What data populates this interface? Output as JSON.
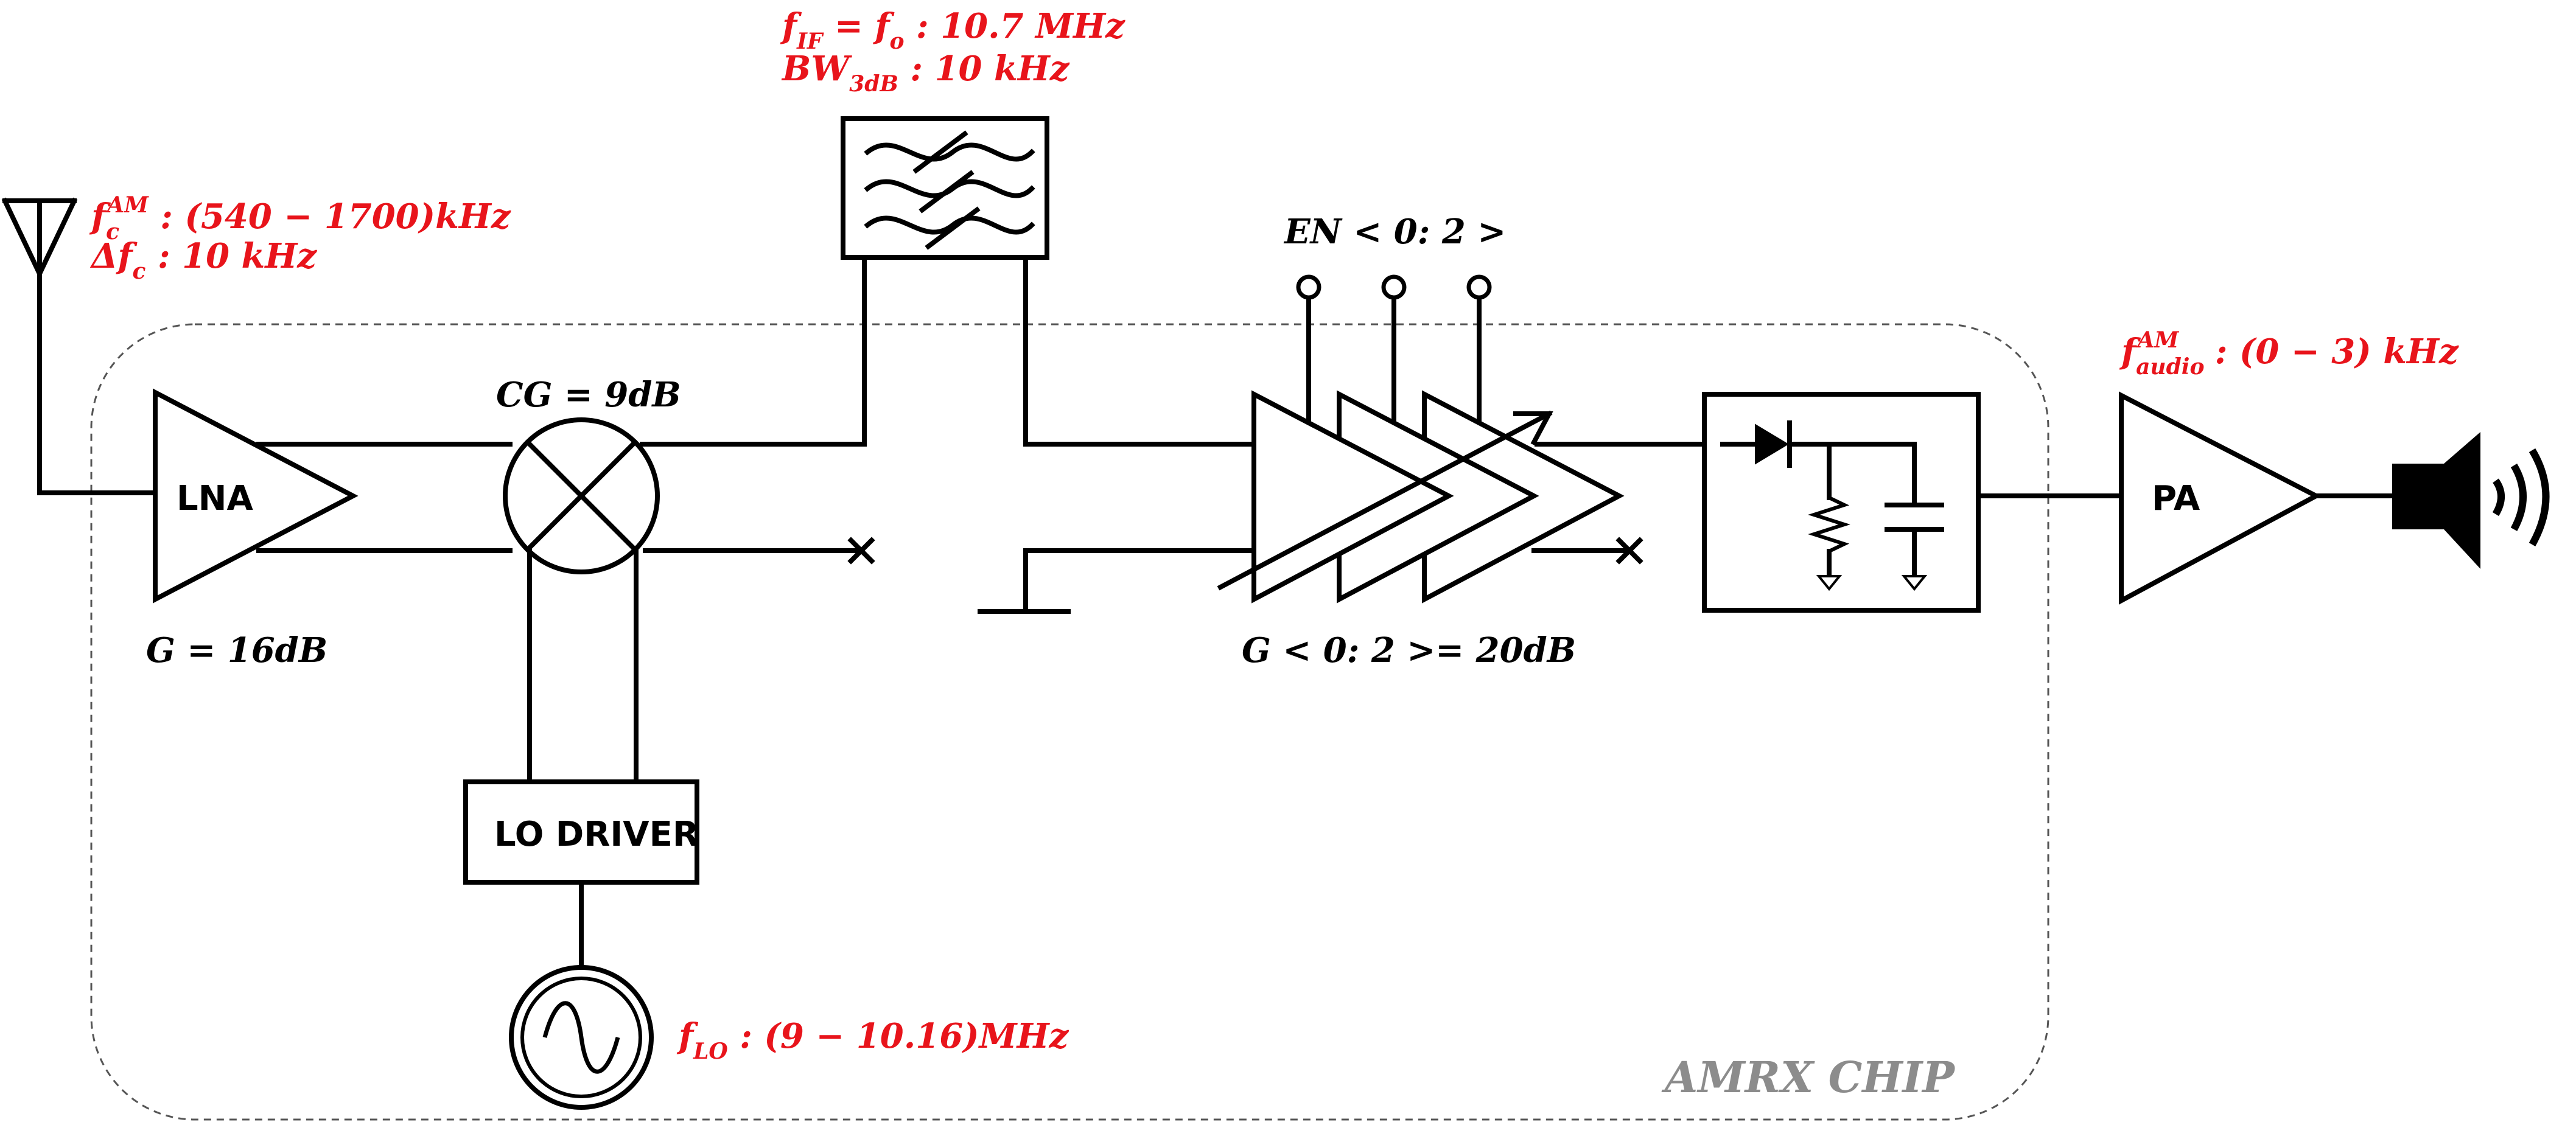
{
  "chip": {
    "label": "AMRX CHIP"
  },
  "antenna": {
    "fc": "f",
    "fc_sub": "c",
    "fc_sup": "AM",
    "fc_value": " :  (540 − 1700)kHz",
    "dfc": "Δf",
    "dfc_sub": "c",
    "dfc_value": "  :  10 kHz"
  },
  "lna": {
    "label": "LNA",
    "gain": "G = 16dB"
  },
  "mixer": {
    "gain": "CG = 9dB"
  },
  "lo_driver": {
    "label": "LO DRIVER"
  },
  "oscillator": {
    "f": "f",
    "f_sub": "LO",
    "value": " :  (9 − 10.16)MHz"
  },
  "filter": {
    "fif": "f",
    "fif_sub": "IF",
    "eq": " = f",
    "fo_sub": "o",
    "fif_value": " :   10.7 MHz",
    "bw": "BW",
    "bw_sub": "3dB",
    "bw_value": "   :  10 kHz"
  },
  "if_amp": {
    "enable": "EN < 0: 2 >",
    "gain": "G < 0: 2 >= 20dB"
  },
  "pa": {
    "label": "PA",
    "audio_f": "f",
    "audio_sub": "audio",
    "audio_sup": "AM",
    "audio_value": " :  (0 − 3) kHz"
  },
  "colors": {
    "annotation": "#e8141b",
    "chip_border": "#555555",
    "chip_label": "#8c8c8c",
    "line": "#000000"
  },
  "icons": [
    "antenna-icon",
    "mixer-icon",
    "bandpass-filter-icon",
    "sine-source-icon",
    "detector-diode-icon",
    "speaker-icon",
    "ground-icon"
  ]
}
